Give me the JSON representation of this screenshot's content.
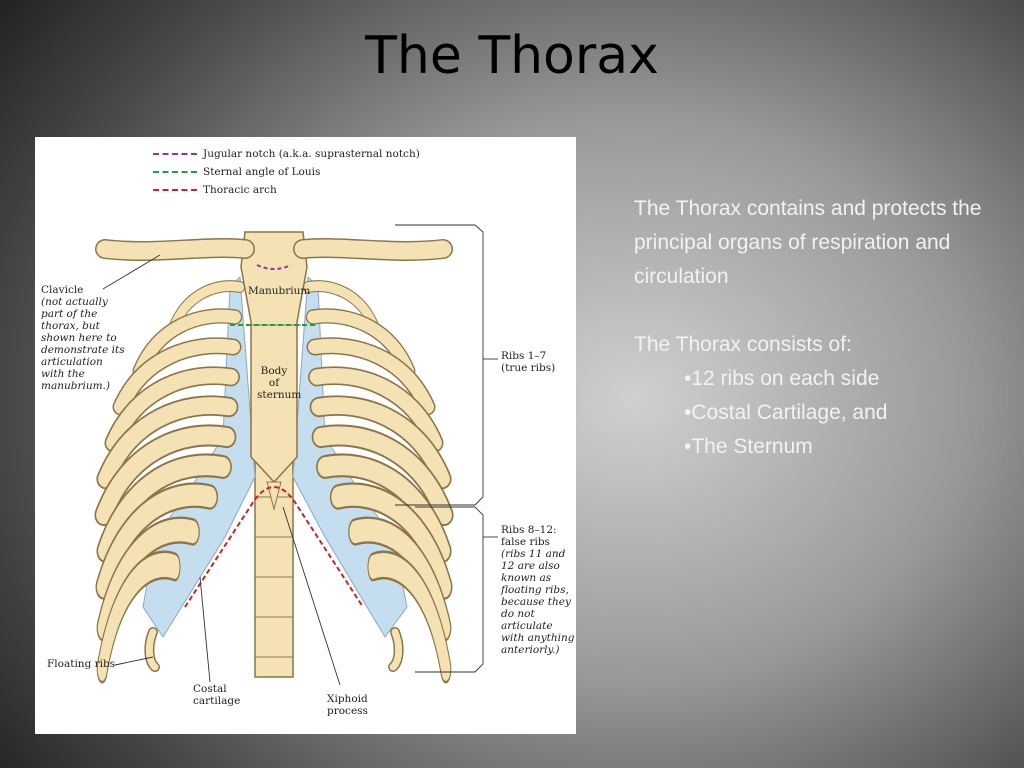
{
  "slide": {
    "title": "The Thorax",
    "intro": "The Thorax contains and protects the principal organs of respiration and circulation",
    "consists_heading": "The Thorax consists of:",
    "bullets": [
      "12 ribs on each side",
      "Costal Cartilage, and",
      "The Sternum"
    ]
  },
  "figure": {
    "legend": [
      {
        "label": "Jugular notch (a.k.a. suprasternal notch)",
        "color": "#8a3a9a"
      },
      {
        "label": "Sternal angle of Louis",
        "color": "#2a9a3a"
      },
      {
        "label": "Thoracic arch",
        "color": "#c0262a"
      }
    ],
    "labels": {
      "clavicle": "Clavicle",
      "clavicle_note": [
        "(not actually",
        "part of the",
        "thorax, but",
        "shown here to",
        "demonstrate its",
        "articulation",
        "with the",
        "manubrium.)"
      ],
      "manubrium": "Manubrium",
      "body_of_sternum": [
        "Body",
        "of",
        "sternum"
      ],
      "ribs_true": "Ribs 1–7",
      "ribs_true_note": "(true ribs)",
      "ribs_false": [
        "Ribs 8–12:",
        "false ribs"
      ],
      "ribs_false_note": [
        "(ribs 11 and",
        "12 are also",
        "known as",
        "floating ribs,",
        "because they",
        "do not",
        "articulate",
        "with anything",
        "anteriorly.)"
      ],
      "floating_ribs": "Floating ribs",
      "costal_cartilage": [
        "Costal",
        "cartilage"
      ],
      "xiphoid_process": [
        "Xiphoid",
        "process"
      ]
    },
    "colors": {
      "bone": "#f5e2b4",
      "bone_outline": "#8c7548",
      "cartilage": "#c4def0"
    }
  }
}
